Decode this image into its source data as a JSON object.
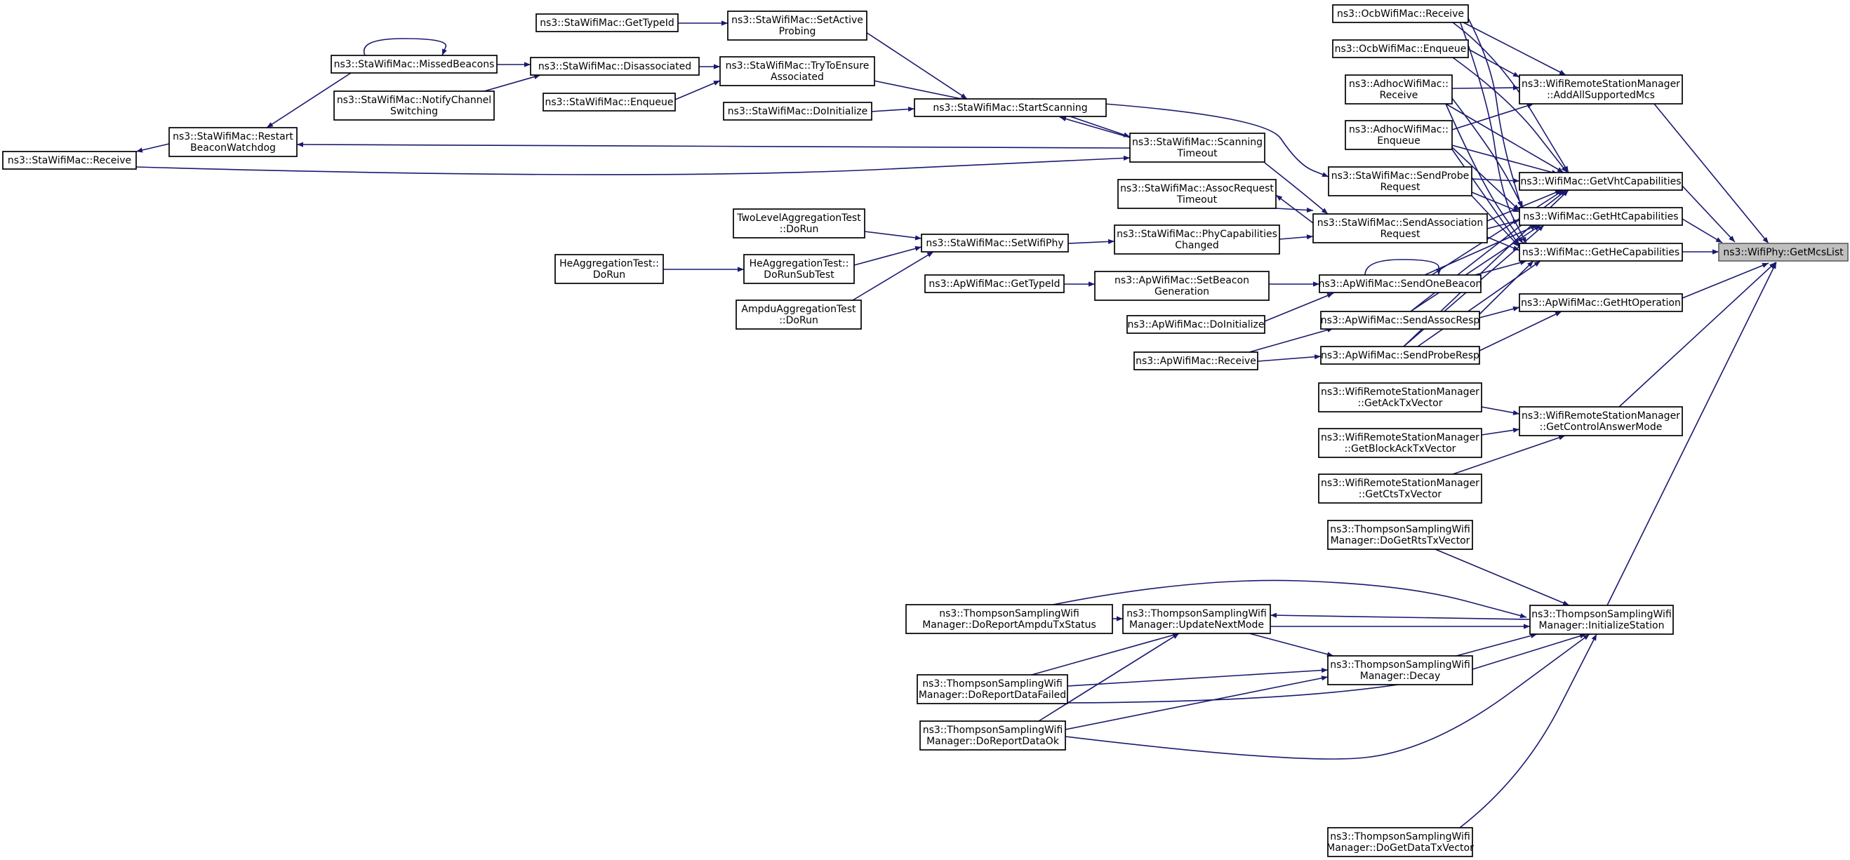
{
  "diagram": {
    "title": "",
    "colors": {
      "edge": "#191970",
      "node_border": "#000000",
      "root_fill": "#bfbfbf",
      "root_border": "#666666",
      "background": "#ffffff"
    },
    "nodes": [
      {
        "id": "getmcslist",
        "lines": [
          "ns3::WifiPhy::GetMcsList"
        ],
        "root": true
      },
      {
        "id": "ocb_receive",
        "lines": [
          "ns3::OcbWifiMac::Receive"
        ]
      },
      {
        "id": "ocb_enqueue",
        "lines": [
          "ns3::OcbWifiMac::Enqueue"
        ]
      },
      {
        "id": "adhoc_receive",
        "lines": [
          "ns3::AdhocWifiMac::",
          "Receive"
        ]
      },
      {
        "id": "adhoc_enqueue",
        "lines": [
          "ns3::AdhocWifiMac::",
          "Enqueue"
        ]
      },
      {
        "id": "addallsupportedmcs",
        "lines": [
          "ns3::WifiRemoteStationManager",
          "::AddAllSupportedMcs"
        ]
      },
      {
        "id": "getvhtcap",
        "lines": [
          "ns3::WifiMac::GetVhtCapabilities"
        ]
      },
      {
        "id": "gethtcap",
        "lines": [
          "ns3::WifiMac::GetHtCapabilities"
        ]
      },
      {
        "id": "gethecap",
        "lines": [
          "ns3::WifiMac::GetHeCapabilities"
        ]
      },
      {
        "id": "gethtop",
        "lines": [
          "ns3::ApWifiMac::GetHtOperation"
        ]
      },
      {
        "id": "getctrlanswer",
        "lines": [
          "ns3::WifiRemoteStationManager",
          "::GetControlAnswerMode"
        ]
      },
      {
        "id": "initstation",
        "lines": [
          "ns3::ThompsonSamplingWifi",
          "Manager::InitializeStation"
        ]
      },
      {
        "id": "sendprobereq",
        "lines": [
          "ns3::StaWifiMac::SendProbe",
          "Request"
        ]
      },
      {
        "id": "sendassocreq",
        "lines": [
          "ns3::StaWifiMac::SendAssociation",
          "Request"
        ]
      },
      {
        "id": "sendonebeacon",
        "lines": [
          "ns3::ApWifiMac::SendOneBeacon"
        ]
      },
      {
        "id": "sendassocresp",
        "lines": [
          "ns3::ApWifiMac::SendAssocResp"
        ]
      },
      {
        "id": "sendproberesp",
        "lines": [
          "ns3::ApWifiMac::SendProbeResp"
        ]
      },
      {
        "id": "getacktx",
        "lines": [
          "ns3::WifiRemoteStationManager",
          "::GetAckTxVector"
        ]
      },
      {
        "id": "getblockacktx",
        "lines": [
          "ns3::WifiRemoteStationManager",
          "::GetBlockAckTxVector"
        ]
      },
      {
        "id": "getctstx",
        "lines": [
          "ns3::WifiRemoteStationManager",
          "::GetCtsTxVector"
        ]
      },
      {
        "id": "dogetrts",
        "lines": [
          "ns3::ThompsonSamplingWifi",
          "Manager::DoGetRtsTxVector"
        ]
      },
      {
        "id": "decay",
        "lines": [
          "ns3::ThompsonSamplingWifi",
          "Manager::Decay"
        ]
      },
      {
        "id": "dogetdata",
        "lines": [
          "ns3::ThompsonSamplingWifi",
          "Manager::DoGetDataTxVector"
        ]
      },
      {
        "id": "startscanning",
        "lines": [
          "ns3::StaWifiMac::StartScanning"
        ]
      },
      {
        "id": "scantimeout",
        "lines": [
          "ns3::StaWifiMac::Scanning",
          "Timeout"
        ]
      },
      {
        "id": "assocreqtimeout",
        "lines": [
          "ns3::StaWifiMac::AssocRequest",
          "Timeout"
        ]
      },
      {
        "id": "phycapchanged",
        "lines": [
          "ns3::StaWifiMac::PhyCapabilities",
          "Changed"
        ]
      },
      {
        "id": "setbeacongen",
        "lines": [
          "ns3::ApWifiMac::SetBeacon",
          "Generation"
        ]
      },
      {
        "id": "ap_doinit",
        "lines": [
          "ns3::ApWifiMac::DoInitialize"
        ]
      },
      {
        "id": "ap_receive",
        "lines": [
          "ns3::ApWifiMac::Receive"
        ]
      },
      {
        "id": "updatenextmode",
        "lines": [
          "ns3::ThompsonSamplingWifi",
          "Manager::UpdateNextMode"
        ]
      },
      {
        "id": "setactiveprobing",
        "lines": [
          "ns3::StaWifiMac::SetActive",
          "Probing"
        ]
      },
      {
        "id": "trytoensure",
        "lines": [
          "ns3::StaWifiMac::TryToEnsure",
          "Associated"
        ]
      },
      {
        "id": "sta_doinit",
        "lines": [
          "ns3::StaWifiMac::DoInitialize"
        ]
      },
      {
        "id": "setwifiphy",
        "lines": [
          "ns3::StaWifiMac::SetWifiPhy"
        ]
      },
      {
        "id": "ap_gettypeid",
        "lines": [
          "ns3::ApWifiMac::GetTypeId"
        ]
      },
      {
        "id": "doreportampdu",
        "lines": [
          "ns3::ThompsonSamplingWifi",
          "Manager::DoReportAmpduTxStatus"
        ]
      },
      {
        "id": "doreportfailed",
        "lines": [
          "ns3::ThompsonSamplingWifi",
          "Manager::DoReportDataFailed"
        ]
      },
      {
        "id": "doreportok",
        "lines": [
          "ns3::ThompsonSamplingWifi",
          "Manager::DoReportDataOk"
        ]
      },
      {
        "id": "sta_gettypeid",
        "lines": [
          "ns3::StaWifiMac::GetTypeId"
        ]
      },
      {
        "id": "disassociated",
        "lines": [
          "ns3::StaWifiMac::Disassociated"
        ]
      },
      {
        "id": "sta_enqueue",
        "lines": [
          "ns3::StaWifiMac::Enqueue"
        ]
      },
      {
        "id": "twolevel",
        "lines": [
          "TwoLevelAggregationTest",
          "::DoRun"
        ]
      },
      {
        "id": "he_dorunsub",
        "lines": [
          "HeAggregationTest::",
          "DoRunSubTest"
        ]
      },
      {
        "id": "ampdu_dorun",
        "lines": [
          "AmpduAggregationTest",
          "::DoRun"
        ]
      },
      {
        "id": "missedbeacons",
        "lines": [
          "ns3::StaWifiMac::MissedBeacons"
        ]
      },
      {
        "id": "notifychannel",
        "lines": [
          "ns3::StaWifiMac::NotifyChannel",
          "Switching"
        ]
      },
      {
        "id": "he_dorun",
        "lines": [
          "HeAggregationTest::",
          "DoRun"
        ]
      },
      {
        "id": "restartbeacon",
        "lines": [
          "ns3::StaWifiMac::Restart",
          "BeaconWatchdog"
        ]
      },
      {
        "id": "sta_receive",
        "lines": [
          "ns3::StaWifiMac::Receive"
        ]
      }
    ]
  }
}
